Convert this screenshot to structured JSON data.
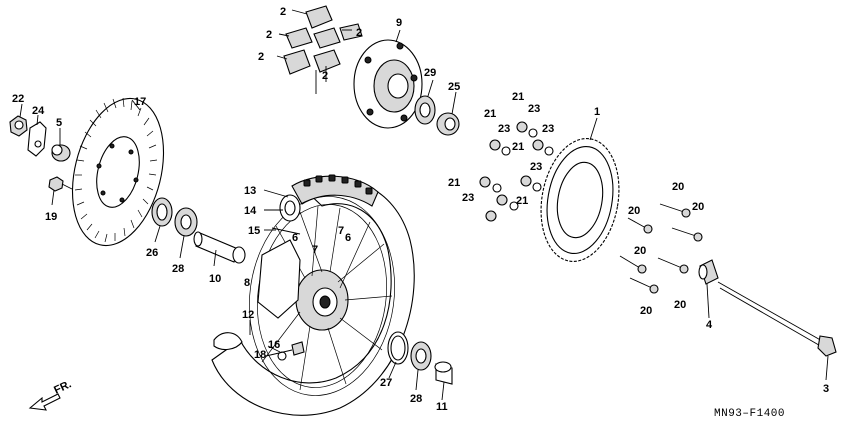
{
  "diagram": {
    "drawing_code": "MN93–F1400",
    "direction_label": "FR.",
    "callouts": {
      "c1": "1",
      "c2a": "2",
      "c2b": "2",
      "c2c": "2",
      "c2d": "2",
      "c2e": "2",
      "c3": "3",
      "c4": "4",
      "c5": "5",
      "c6a": "6",
      "c6b": "6",
      "c7a": "7",
      "c7b": "7",
      "c8": "8",
      "c9": "9",
      "c10": "10",
      "c11": "11",
      "c12": "12",
      "c13": "13",
      "c14": "14",
      "c15": "15",
      "c16": "16",
      "c17": "17",
      "c18": "18",
      "c19": "19",
      "c20a": "20",
      "c20b": "20",
      "c20c": "20",
      "c20d": "20",
      "c20e": "20",
      "c20f": "20",
      "c21a": "21",
      "c21b": "21",
      "c21c": "21",
      "c21d": "21",
      "c21e": "21",
      "c22": "22",
      "c23a": "23",
      "c23b": "23",
      "c23c": "23",
      "c23d": "23",
      "c23e": "23",
      "c24": "24",
      "c25": "25",
      "c26": "26",
      "c27": "27",
      "c28a": "28",
      "c28b": "28",
      "c29": "29"
    }
  }
}
